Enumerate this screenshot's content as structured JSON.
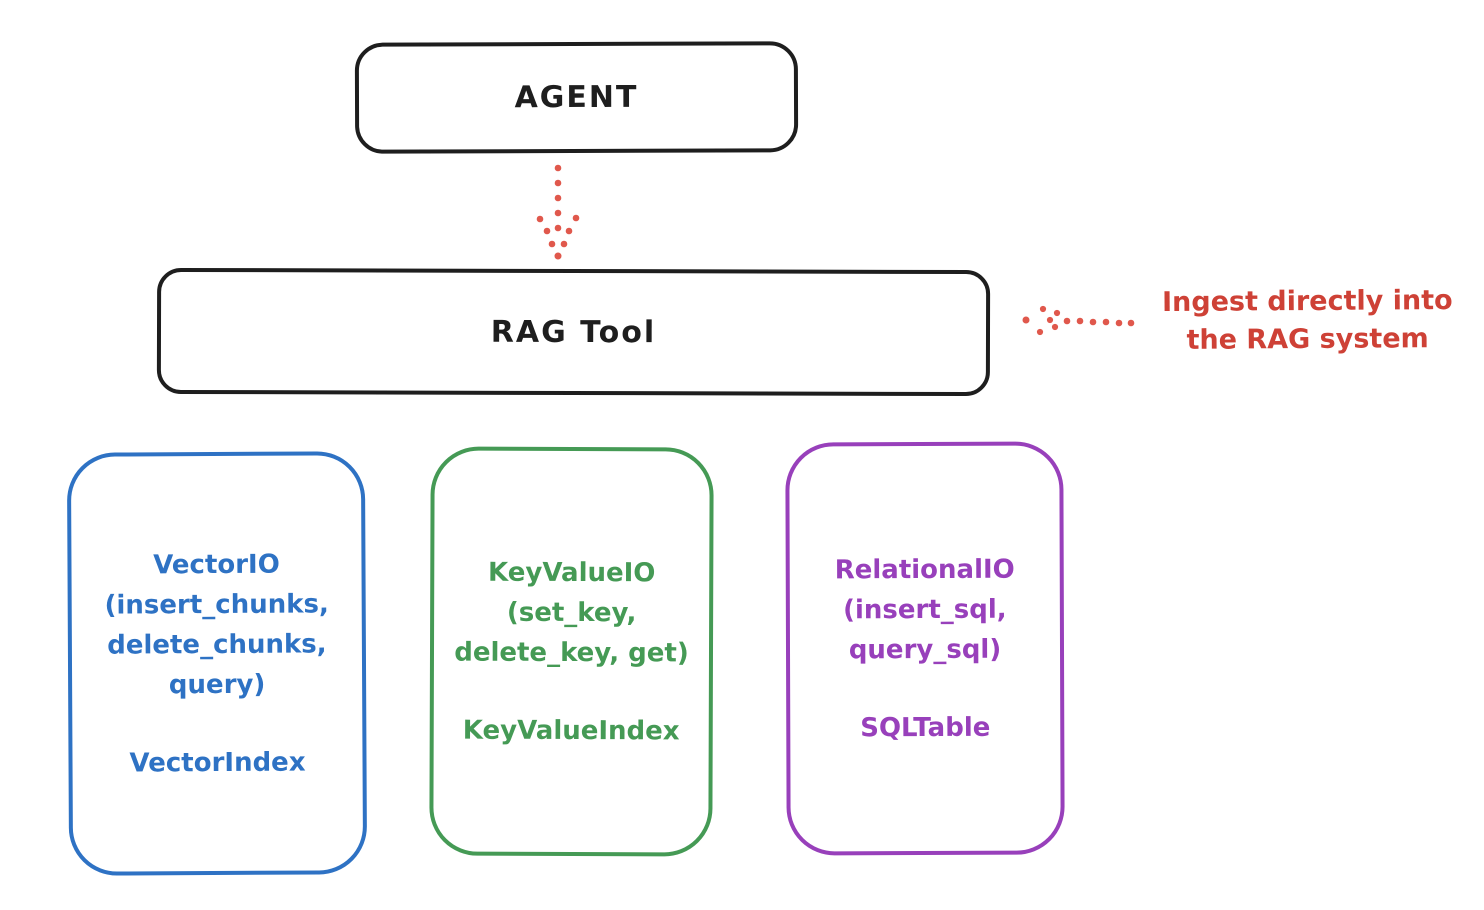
{
  "canvas": {
    "background": "#ffffff"
  },
  "stroke_color": "#1e1e1e",
  "agent": {
    "label": "AGENT"
  },
  "rag_tool": {
    "label": "RAG Tool"
  },
  "ingest_annotation": {
    "text": "Ingest directly into\nthe RAG system",
    "color": "#ce4136",
    "arrow_color": "#e0584c"
  },
  "arrows": [
    {
      "name": "agent-to-rag",
      "style": "dotted",
      "direction": "down",
      "color": "#e0584c"
    },
    {
      "name": "ingest-into-rag",
      "style": "dotted",
      "direction": "left",
      "color": "#e0584c"
    }
  ],
  "storage_nodes": [
    {
      "name": "vector-io",
      "color": "#2e72c4",
      "body": "VectorIO\n(insert_chunks,\ndelete_chunks,\nquery)",
      "index": "VectorIndex"
    },
    {
      "name": "keyvalue-io",
      "color": "#459a55",
      "body": "KeyValueIO\n(set_key,\ndelete_key, get)",
      "index": "KeyValueIndex"
    },
    {
      "name": "relational-io",
      "color": "#9840bb",
      "body": "RelationalIO\n(insert_sql,\nquery_sql)",
      "index": "SQLTable"
    }
  ]
}
